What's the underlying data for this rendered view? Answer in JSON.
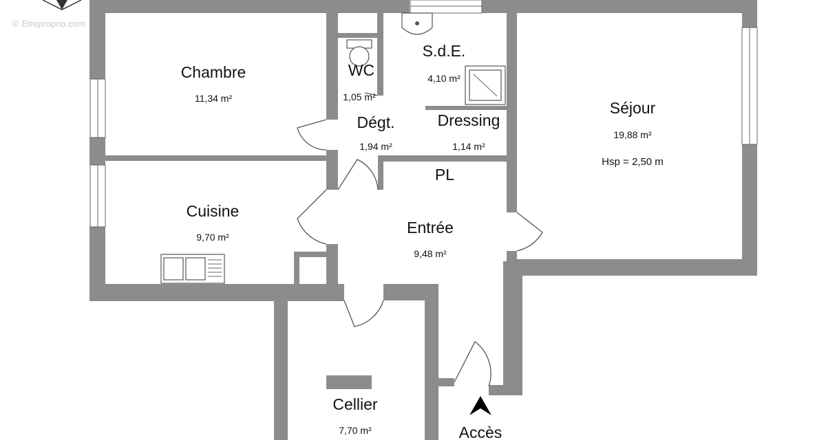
{
  "watermark": "© Etreproprio.com",
  "rooms": {
    "chambre": {
      "name": "Chambre",
      "area": "11,34 m²"
    },
    "wc": {
      "name": "WC",
      "area": "1,05 m²"
    },
    "sde": {
      "name": "S.d.E.",
      "area": "4,10 m²"
    },
    "degt": {
      "name": "Dégt.",
      "area": "1,94 m²"
    },
    "dressing": {
      "name": "Dressing",
      "area": "1,14 m²"
    },
    "sejour": {
      "name": "Séjour",
      "area": "19,88 m²",
      "height": "Hsp = 2,50 m"
    },
    "pl": {
      "name": "PL"
    },
    "cuisine": {
      "name": "Cuisine",
      "area": "9,70 m²"
    },
    "entree": {
      "name": "Entrée",
      "area": "9,48 m²"
    },
    "cellier": {
      "name": "Cellier",
      "area": "7,70 m²"
    }
  },
  "access": {
    "label": "Accès"
  },
  "icons": {
    "compass": "compass-arrow-icon",
    "access": "entrance-arrow-icon"
  },
  "colors": {
    "wall": "#8c8c8c",
    "background": "#ffffff"
  }
}
